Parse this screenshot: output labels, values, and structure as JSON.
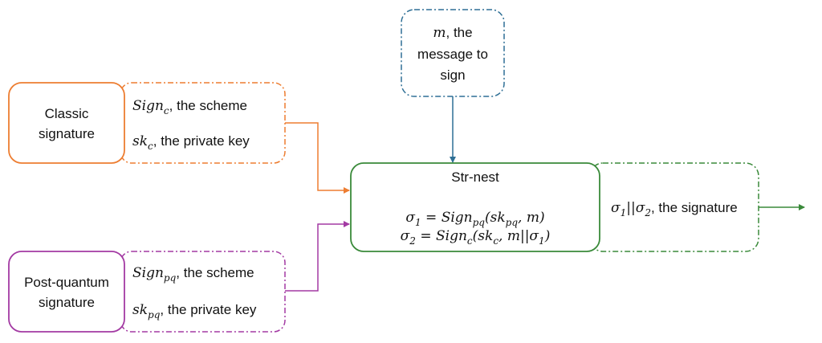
{
  "colors": {
    "classic": "#ed7d31",
    "post_quantum": "#a33aa3",
    "message": "#2e6f95",
    "strnest": "#3a8a3a",
    "text": "#111111"
  },
  "message_box": {
    "var": "m",
    "line1_rest": ", the",
    "line2": "message to",
    "line3": "sign"
  },
  "classic_box": {
    "line1": "Classic",
    "line2": "signature"
  },
  "classic_params": {
    "scheme_base": "Sign",
    "scheme_sub": "c",
    "scheme_text": ", the scheme",
    "key_base": "sk",
    "key_sub": "c",
    "key_text": ", the private key"
  },
  "pq_box": {
    "line1": "Post-quantum",
    "line2": "signature"
  },
  "pq_params": {
    "scheme_base": "Sign",
    "scheme_sub": "pq",
    "scheme_text": ", the scheme",
    "key_base": "sk",
    "key_sub": "pq",
    "key_text": ", the private key"
  },
  "strnest_box": {
    "title": "Str-nest",
    "eq1": {
      "lhs": "σ",
      "lhs_sub": "1",
      "eq": " = ",
      "fn": "Sign",
      "fn_sub": "pq",
      "open": "(",
      "arg1": "sk",
      "arg1_sub": "pq",
      "comma": ", m",
      "close": ")"
    },
    "eq2": {
      "lhs": "σ",
      "lhs_sub": "2",
      "eq": " = ",
      "fn": "Sign",
      "fn_sub": "c",
      "open": "(",
      "arg1": "sk",
      "arg1_sub": "c",
      "mid": ", m||σ",
      "mid_sub": "1",
      "close": ")"
    }
  },
  "output_box": {
    "s1": "σ",
    "s1_sub": "1",
    "sep": "||",
    "s2": "σ",
    "s2_sub": "2",
    "text": ", the signature"
  }
}
